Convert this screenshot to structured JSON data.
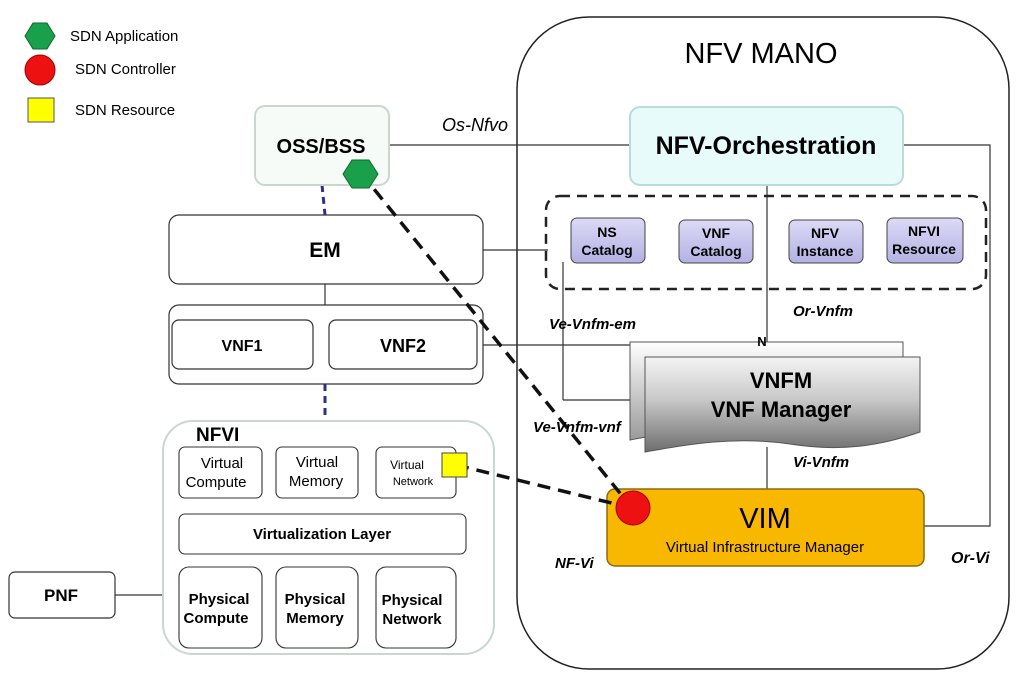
{
  "legend": {
    "application": "SDN Application",
    "controller": "SDN Controller",
    "resource": "SDN Resource"
  },
  "mano": {
    "title": "NFV MANO",
    "orchestration": "NFV-Orchestration",
    "catalogs": {
      "ns": [
        "NS",
        "Catalog"
      ],
      "vnf": [
        "VNF",
        "Catalog"
      ],
      "instance": [
        "NFV",
        "Instance"
      ],
      "resource": [
        "NFVI",
        "Resource"
      ]
    },
    "vnfm": {
      "line1": "VNFM",
      "line2": "VNF Manager",
      "back_stub": "N"
    },
    "vim": {
      "title": "VIM",
      "subtitle": "Virtual Infrastructure Manager"
    }
  },
  "boxes": {
    "oss": "OSS/BSS",
    "em": "EM",
    "vnf1": "VNF1",
    "vnf2": "VNF2",
    "pnf": "PNF"
  },
  "nfvi": {
    "title": "NFVI",
    "virtual_compute": [
      "Virtual",
      "Compute"
    ],
    "virtual_memory": [
      "Virtual",
      "Memory"
    ],
    "virtual_network": [
      "Virtual",
      "Network"
    ],
    "virtualization_layer": "Virtualization Layer",
    "physical_compute": [
      "Physical",
      "Compute"
    ],
    "physical_memory": [
      "Physical",
      "Memory"
    ],
    "physical_network": [
      "Physical",
      "Network"
    ]
  },
  "interfaces": {
    "os_nfvo": "Os-Nfvo",
    "or_vnfm": "Or-Vnfm",
    "ve_vnfm_em": "Ve-Vnfm-em",
    "ve_vnfm_vnf": "Ve-Vnfm-vnf",
    "vi_vnfm": "Vi-Vnfm",
    "nf_vi": "NF-Vi",
    "or_vi": "Or-Vi"
  },
  "colors": {
    "application": "#1aa04a",
    "controller": "#ee1111",
    "resource": "#ffff00",
    "vim_fill": "#f9b800",
    "orchestration_fill": "#e6fbfa",
    "catalog_fill": "#c9c7ee",
    "interconnect": "#2e2e8c"
  }
}
